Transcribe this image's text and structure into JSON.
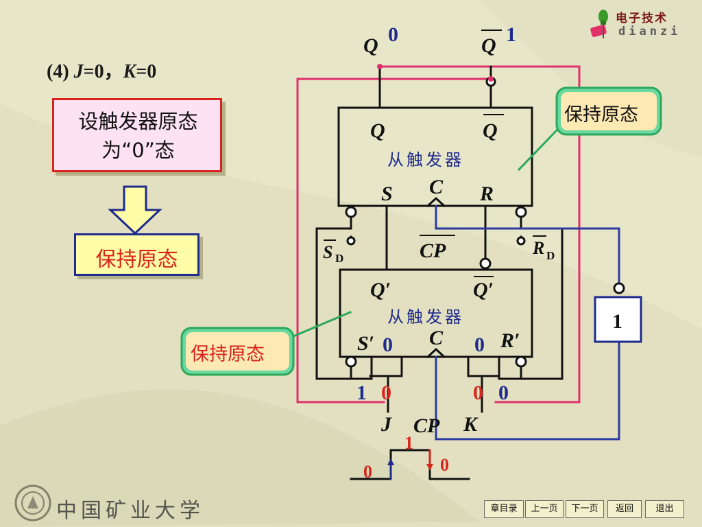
{
  "slide": {
    "heading": {
      "prefix": "(4) ",
      "j": "J",
      "j_val": "=0，",
      "k": "K",
      "k_val": "=0"
    },
    "init_box": "设触发器原态为“0”态",
    "result_box": "保持原态",
    "brand": {
      "cn": "电子技术",
      "en": "dianzi"
    },
    "university": "中国矿业大学"
  },
  "circuit": {
    "outputs": {
      "q": "Q",
      "q_val": "0",
      "qbar": "Q",
      "qbar_val": "1"
    },
    "master": {
      "title": "从触发器",
      "q": "Q",
      "qbar": "Q",
      "s": "S",
      "c": "C",
      "r": "R"
    },
    "slave": {
      "title": "从触发器",
      "q": "Q′",
      "qbar": "Q′",
      "s": "S′",
      "s_val": "0",
      "c": "C",
      "r": "R′",
      "r_val": "0"
    },
    "sd": "S",
    "sd_sub": "D",
    "rd": "R",
    "rd_sub": "D",
    "cp_bar": "CP",
    "inverter": "1",
    "inputs": {
      "j": "J",
      "cp": "CP",
      "k": "K"
    },
    "input_values": {
      "j_feedback": "1",
      "j_val": "0",
      "k_val": "0",
      "k_feedback": "0"
    },
    "clock_values": {
      "high": "1",
      "low_left": "0",
      "low_right": "0"
    },
    "callout_master": "保持原态",
    "callout_slave": "保持原态"
  },
  "nav": {
    "chapter": "章目录",
    "prev": "上一页",
    "next": "下一页",
    "back": "返回",
    "exit": "退出"
  },
  "colors": {
    "red": "#d8241c",
    "blue": "#1e2a8c",
    "feedback_pink": "#e0306a",
    "wire_blue": "#2a3aa0"
  }
}
